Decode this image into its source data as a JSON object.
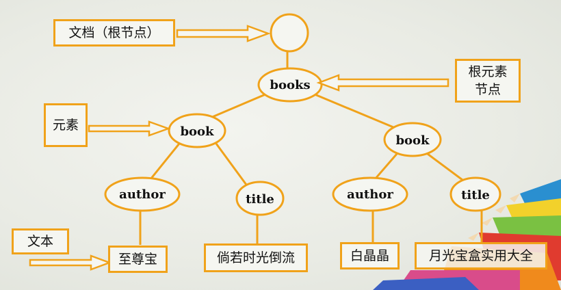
{
  "nodes": {
    "books": "books",
    "book_left": "book",
    "book_right": "book",
    "author_left": "author",
    "title_left": "title",
    "author_right": "author",
    "title_right": "title"
  },
  "text_nodes": {
    "left_author": "至尊宝",
    "left_title": "倘若时光倒流",
    "right_author": "白晶晶",
    "right_title": "月光宝盒实用大全"
  },
  "annotations": {
    "document": "文档（根节点）",
    "root_element_line1": "根元素",
    "root_element_line2": "节点",
    "element": "元素",
    "text": "文本"
  },
  "colors": {
    "accent": "#f0a21a",
    "text": "#111111",
    "background": "#eceee8"
  }
}
